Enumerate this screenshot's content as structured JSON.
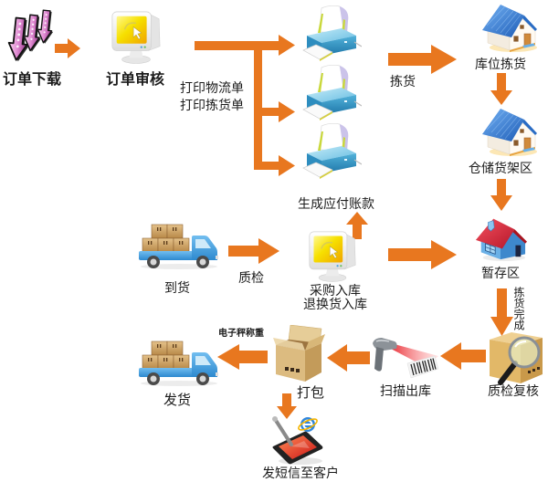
{
  "colors": {
    "arrow": "#e8771f",
    "label_text": "#1c1c1c"
  },
  "nodes": {
    "order_download": {
      "label": "订单下载",
      "icon": "download-arrows-icon"
    },
    "order_review": {
      "label": "订单审核",
      "icon": "monitor-icon"
    },
    "print": {
      "label_lines": [
        "打印物流单",
        "打印拣货单"
      ],
      "icon": "printer-icon",
      "printer_count": 3
    },
    "location_picking": {
      "label": "库位拣货",
      "icon": "house-icon"
    },
    "storage_shelves": {
      "label": "仓储货架区",
      "icon": "house-icon"
    },
    "staging_area": {
      "label": "暂存区",
      "icon": "house-red-roof-icon"
    },
    "qc_recheck": {
      "label": "质检复核",
      "icon": "box-magnifier-icon"
    },
    "scan_out": {
      "label": "扫描出库",
      "icon": "barcode-scanner-icon"
    },
    "pack": {
      "label": "打包",
      "icon": "open-box-icon"
    },
    "ship": {
      "label": "发货",
      "icon": "delivery-truck-icon"
    },
    "sms": {
      "label": "发短信至客户",
      "icon": "phone-sms-icon"
    },
    "arrival": {
      "label": "到货",
      "icon": "delivery-truck-icon"
    },
    "inbound": {
      "label_lines": [
        "采购入库",
        "退换货入库"
      ],
      "icon": "monitor-icon"
    },
    "payable": {
      "label": "生成应付账款"
    }
  },
  "edges": [
    {
      "from": "order_download",
      "to": "order_review"
    },
    {
      "from": "order_review",
      "to": "print"
    },
    {
      "from": "print",
      "to": "location_picking",
      "label": "拣货"
    },
    {
      "from": "location_picking",
      "to": "storage_shelves"
    },
    {
      "from": "storage_shelves",
      "to": "staging_area"
    },
    {
      "from": "staging_area",
      "to": "qc_recheck",
      "label": "拣货完成"
    },
    {
      "from": "qc_recheck",
      "to": "scan_out"
    },
    {
      "from": "scan_out",
      "to": "pack"
    },
    {
      "from": "pack",
      "to": "ship",
      "label": "电子秤称重"
    },
    {
      "from": "pack",
      "to": "sms"
    },
    {
      "from": "arrival",
      "to": "inbound",
      "label": "质检"
    },
    {
      "from": "inbound",
      "to": "staging_area"
    },
    {
      "from": "inbound",
      "to": "payable"
    }
  ]
}
